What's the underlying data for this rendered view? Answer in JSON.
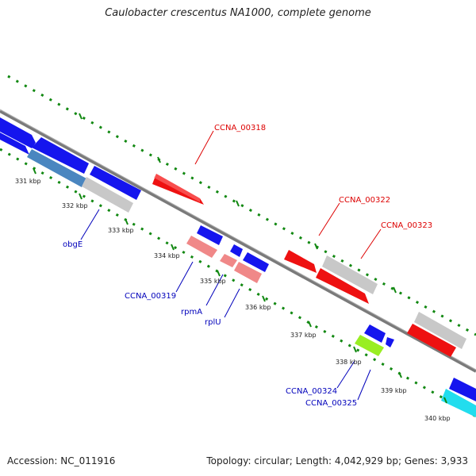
{
  "title": "Caulobacter crescentus NA1000, complete genome",
  "footer": {
    "accession": "Accession: NC_011916",
    "stats": "Topology: circular; Length: 4,042,929 bp; Genes: 3,933"
  },
  "ticks": [
    "331 kbp",
    "332 kbp",
    "333 kbp",
    "334 kbp",
    "335 kbp",
    "336 kbp",
    "337 kbp",
    "338 kbp",
    "339 kbp",
    "340 kbp"
  ],
  "gene_labels": {
    "ccna_00318": "CCNA_00318",
    "ccna_00322": "CCNA_00322",
    "ccna_00323": "CCNA_00323",
    "obgE": "obgE",
    "ccna_00319": "CCNA_00319",
    "rpmA": "rpmA",
    "rplU": "rplU",
    "ccna_00324": "CCNA_00324",
    "ccna_00325": "CCNA_00325"
  },
  "colors": {
    "forward_cds": "#ee1111",
    "reverse_cds": "#1515ee",
    "forward_pale": "#f08888",
    "other_feature": "#c8c8c8",
    "rna": "#99ee22",
    "selected": "#4a86c0",
    "cyan_feature": "#22ddee",
    "backbone": "#888888",
    "ticks": "#118811",
    "label_red": "#dd0000",
    "label_blue": "#0000bb"
  }
}
